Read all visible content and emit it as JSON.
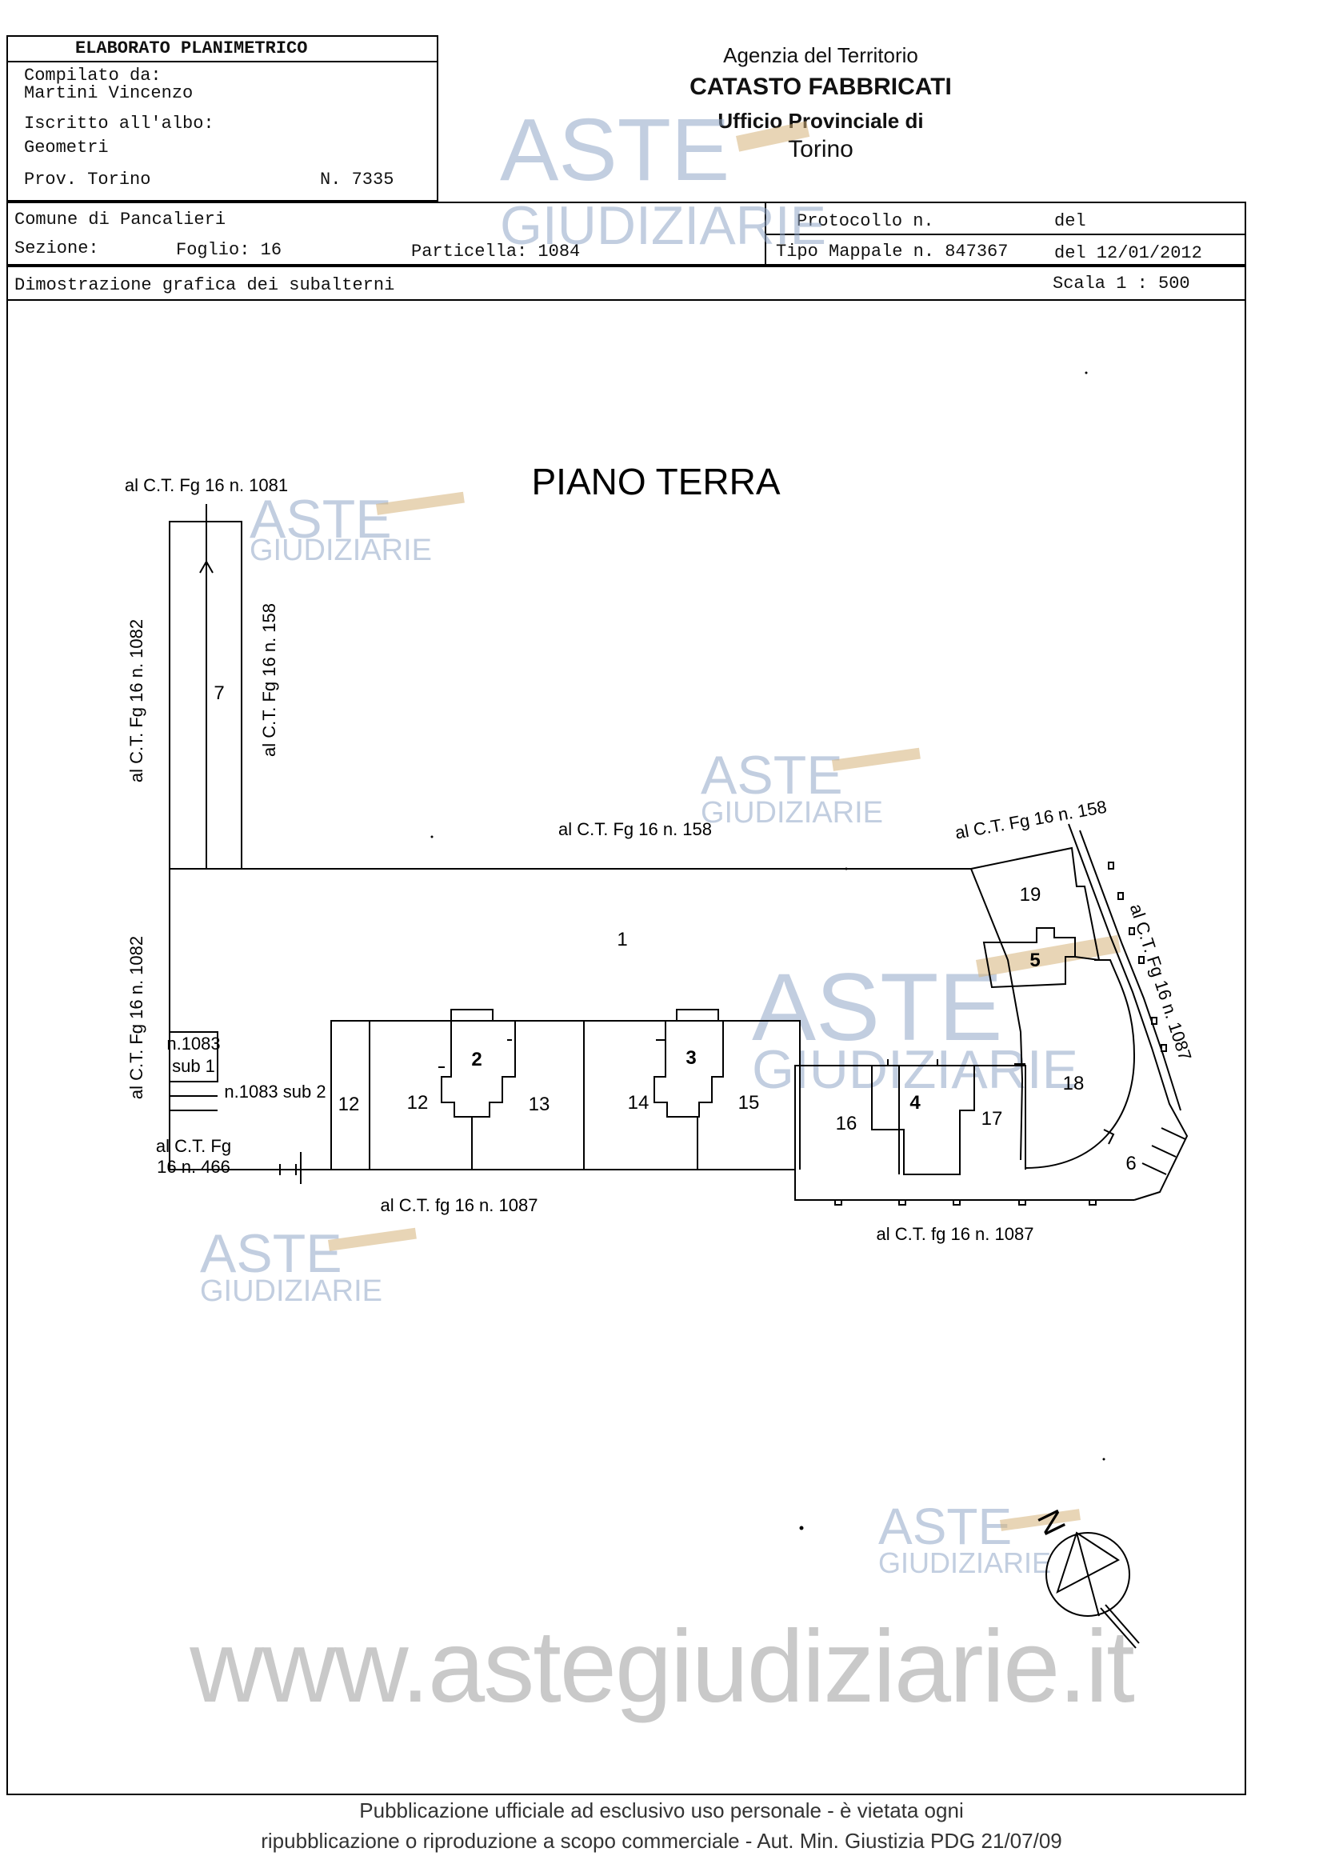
{
  "header": {
    "title": "ELABORATO PLANIMETRICO",
    "compilato_label": "Compilato da:",
    "compilato_name": "Martini Vincenzo",
    "iscritto_label": "Iscritto all'albo:",
    "iscritto_value": "Geometri",
    "prov": "Prov. Torino",
    "numero": "N.  7335"
  },
  "agency": {
    "line1": "Agenzia del Territorio",
    "line2": "CATASTO FABBRICATI",
    "line3": "Ufficio Provinciale di",
    "line4": "Torino"
  },
  "info": {
    "comune": "Comune di Pancalieri",
    "sezione": "Sezione:",
    "foglio": "Foglio: 16",
    "particella": "Particella: 1084",
    "protocollo": "Protocollo n.",
    "del1": "del",
    "tipo_mappale": "Tipo Mappale n. 847367",
    "del2": "del 12/01/2012",
    "dimostrazione": "Dimostrazione grafica dei subalterni",
    "scala": "Scala 1 : 500"
  },
  "plan": {
    "title": "PIANO TERRA",
    "labels": {
      "top_n1081": "al C.T. Fg 16 n. 1081",
      "left_n1082_top": "al C.T. Fg 16 n. 1082",
      "right_n158_vert": "al C.T. Fg 16 n. 158",
      "mid_n158": "al C.T. Fg 16 n. 158",
      "right_top_n158": "al C.T. Fg 16 n. 158",
      "right_n1087_vert": "al C.T. Fg 16 n. 1087",
      "left_n1082_bottom": "al C.T. Fg 16 n. 1082",
      "n1083": "n.1083",
      "sub1": "sub 1",
      "n1083sub2": "n.1083 sub 2",
      "fg16_line1": "al C.T. Fg",
      "fg16_line2": "16 n. 466",
      "bottom_n1087_left": "al C.T. fg 16 n. 1087",
      "bottom_n1087_right": "al C.T. fg 16 n. 1087"
    },
    "units": {
      "u1": "1",
      "u2": "2",
      "u3": "3",
      "u4": "4",
      "u5": "5",
      "u6": "6",
      "u7": "7",
      "u12a": "12",
      "u12b": "12",
      "u13": "13",
      "u14": "14",
      "u15": "15",
      "u16": "16",
      "u17": "17",
      "u18": "18",
      "u19": "19"
    },
    "north": "N"
  },
  "watermarks": {
    "aste": "ASTE",
    "giudiziarie": "GIUDIZIARIE",
    "url": "www.astegiudiziarie.it"
  },
  "footer": {
    "line1": "Pubblicazione ufficiale ad esclusivo uso personale - è vietata ogni",
    "line2": "ripubblicazione o riproduzione a scopo commerciale - Aut. Min. Giustizia PDG 21/07/09"
  }
}
